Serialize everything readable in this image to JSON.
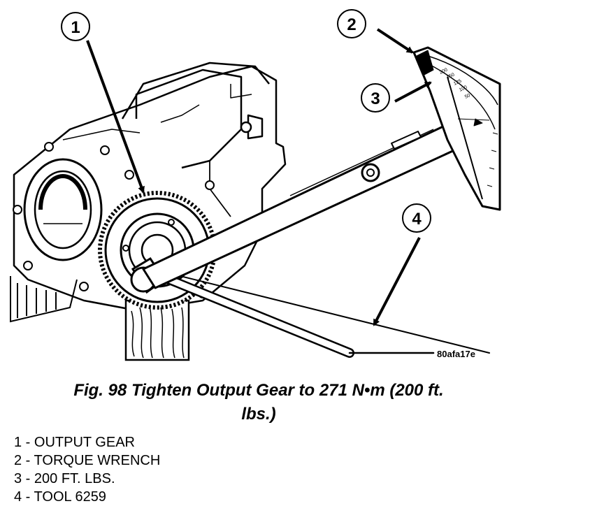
{
  "figure": {
    "code": "80afa17e",
    "callouts": [
      "1",
      "2",
      "3",
      "4"
    ],
    "scale_marks": [
      "200",
      "150",
      "125",
      "100",
      "50"
    ]
  },
  "caption": {
    "line1": "Fig. 98 Tighten Output Gear to 271 N•m (200 ft.",
    "line2": "lbs.)"
  },
  "legend": [
    {
      "text": "1 - OUTPUT GEAR"
    },
    {
      "text": "2 - TORQUE WRENCH"
    },
    {
      "text": "3 - 200 FT. LBS."
    },
    {
      "text": "4 - TOOL 6259"
    }
  ]
}
